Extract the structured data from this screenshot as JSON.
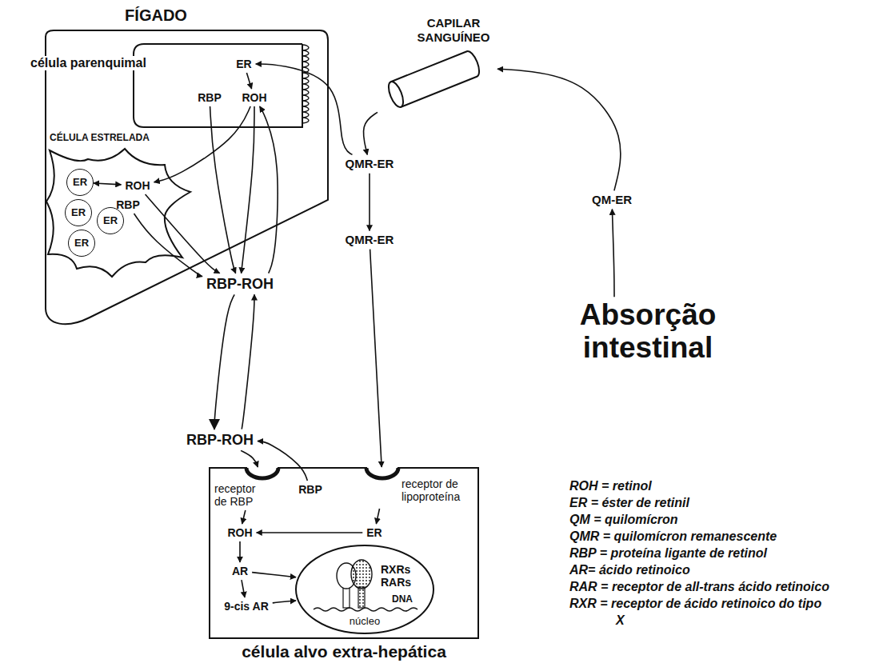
{
  "diagram": {
    "nodes": [
      {
        "text": [
          "FÍGADO"
        ]
      },
      {
        "text": [
          "célula parenquimal"
        ],
        "in": 0
      },
      {
        "text": [
          "ER"
        ],
        "in": 1
      },
      {
        "text": [
          "RBP"
        ],
        "in": 1
      },
      {
        "text": [
          "ROH"
        ],
        "in": 1
      },
      {
        "text": [
          "CÉLULA ESTRELADA"
        ],
        "in": 0
      },
      {
        "text": [
          "ER"
        ],
        "in": 5
      },
      {
        "text": [
          "ER"
        ],
        "in": 5
      },
      {
        "text": [
          "ER"
        ],
        "in": 5
      },
      {
        "text": [
          "ER"
        ],
        "in": 5
      },
      {
        "text": [
          "ROH"
        ],
        "in": 5
      },
      {
        "text": [
          "RBP"
        ],
        "in": 5
      },
      {
        "text": [
          "RBP-ROH"
        ]
      },
      {
        "text": [
          "CAPILAR SANGUÍNEO"
        ]
      },
      {
        "text": [
          "QMR-ER"
        ]
      },
      {
        "text": [
          "QMR-ER"
        ]
      },
      {
        "text": [
          "QM-ER"
        ]
      },
      {
        "text": [
          "Absorção intestinal"
        ]
      },
      {
        "text": [
          "RBP-ROH"
        ]
      },
      {
        "text": [
          "célula alvo extra-hepática"
        ]
      },
      {
        "text": [
          "receptor de RBP"
        ],
        "in": 19
      },
      {
        "text": [
          "receptor de lipoproteína"
        ],
        "in": 19
      },
      {
        "text": [
          "RBP"
        ],
        "in": 19
      },
      {
        "text": [
          "ROH"
        ],
        "in": 19
      },
      {
        "text": [
          "ER"
        ],
        "in": 19
      },
      {
        "text": [
          "AR"
        ],
        "in": 19
      },
      {
        "text": [
          "9-cis AR"
        ],
        "in": 19
      },
      {
        "text": [
          "RXRs RARs",
          "DNA",
          "núcleo"
        ],
        "in": 19
      }
    ],
    "edges": [
      {
        "from": 17,
        "to": 16,
        "arrow": "to"
      },
      {
        "from": 16,
        "to": 13,
        "arrow": "to"
      },
      {
        "from": 13,
        "to": 14,
        "arrow": "to"
      },
      {
        "from": 14,
        "to": 15,
        "arrow": "to"
      },
      {
        "from": 15,
        "to": 21,
        "arrow": "to"
      },
      {
        "from": 14,
        "to": 2,
        "arrow": "to"
      },
      {
        "from": 2,
        "to": 4,
        "arrow": "to"
      },
      {
        "from": 3,
        "to": 12,
        "arrow": "to"
      },
      {
        "from": 4,
        "to": 12,
        "arrow": "to"
      },
      {
        "from": 4,
        "to": 10,
        "arrow": "to"
      },
      {
        "from": 6,
        "to": 10,
        "arrow": "both"
      },
      {
        "from": 10,
        "to": 12,
        "arrow": "to"
      },
      {
        "from": 11,
        "to": 12,
        "arrow": "to"
      },
      {
        "from": 12,
        "to": 4,
        "arrow": "to"
      },
      {
        "from": 12,
        "to": 18,
        "arrow": "to"
      },
      {
        "from": 18,
        "to": 12,
        "arrow": "to"
      },
      {
        "from": 18,
        "to": 20,
        "arrow": "to"
      },
      {
        "from": 20,
        "to": 23,
        "arrow": "to"
      },
      {
        "from": 22,
        "to": 18,
        "arrow": "to"
      },
      {
        "from": 21,
        "to": 24,
        "arrow": "to"
      },
      {
        "from": 24,
        "to": 23,
        "arrow": "to"
      },
      {
        "from": 23,
        "to": 25,
        "arrow": "to"
      },
      {
        "from": 25,
        "to": 26,
        "arrow": "to"
      },
      {
        "from": 25,
        "to": 27,
        "arrow": "to"
      },
      {
        "from": 26,
        "to": 27,
        "arrow": "to"
      }
    ],
    "labels": [
      "ROH = retinol",
      "ER = éster de retinil",
      "QM = quilomícron",
      "QMR = quilomícron remanescente",
      "RBP = proteína ligante de retinol",
      "AR= ácido retinoico",
      "RAR = receptor de all-trans ácido retinoico",
      "RXR = receptor de ácido retinoico do tipo X"
    ]
  }
}
